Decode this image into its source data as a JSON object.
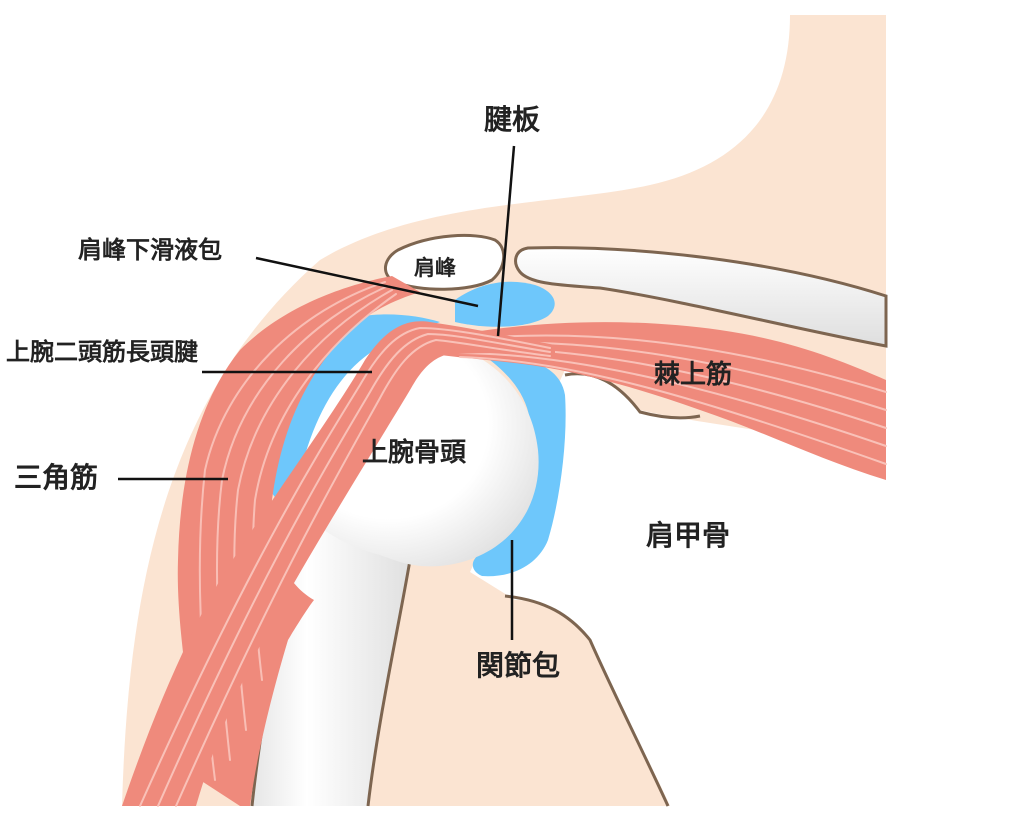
{
  "colors": {
    "skin": "#fbe4d2",
    "skin_edge": "#f5d2b8",
    "bone": "#ffffff",
    "bone_shade": "#e1e1e1",
    "outline": "#7d6550",
    "muscle": "#ef8a7c",
    "muscle_stripe": "#fbc8bf",
    "bursa": "#6ec7fb",
    "leader": "#111111",
    "text": "#222222"
  },
  "labels": {
    "tendon_plate": "腱板",
    "subacromial_bursa": "肩峰下滑液包",
    "acromion": "肩峰",
    "biceps_long_head_tendon": "上腕二頭筋長頭腱",
    "supraspinatus": "棘上筋",
    "humeral_head": "上腕骨頭",
    "deltoid": "三角筋",
    "scapula": "肩甲骨",
    "joint_capsule": "関節包"
  }
}
